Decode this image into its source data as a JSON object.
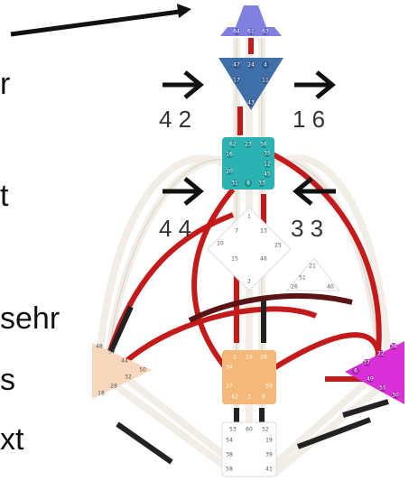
{
  "side_text": [
    "r",
    "t",
    "sehr",
    "s",
    "xt"
  ],
  "arrows": {
    "top_left": "4 2",
    "top_right": "1 6",
    "bottom_left": "4 4",
    "bottom_right": "3 3"
  },
  "colors": {
    "head": "#8080e0",
    "ajna": "#3f6fa8",
    "throat": "#2bb3b3",
    "g_center": "#ffffff",
    "sacral": "#f4b87a",
    "spleen": "#f8d8bc",
    "solar_plexus": "#d92fd9",
    "root": "#ffffff",
    "channel_red": "#c41a1a",
    "channel_black": "#222222",
    "channel_white": "#f2ede6"
  },
  "gates": {
    "head": [
      "64",
      "61",
      "63"
    ],
    "ajna": [
      "47",
      "24",
      "4",
      "17",
      "11",
      "43"
    ],
    "throat": [
      "62",
      "23",
      "56",
      "16",
      "35",
      "12",
      "20",
      "45",
      "31",
      "8",
      "33"
    ],
    "g": [
      "1",
      "7",
      "13",
      "10",
      "25",
      "15",
      "46",
      "2"
    ],
    "ego": [
      "21",
      "51",
      "26",
      "40"
    ],
    "spleen": [
      "48",
      "57",
      "44",
      "50",
      "32",
      "28",
      "18"
    ],
    "sacral": [
      "5",
      "14",
      "29",
      "34",
      "27",
      "59",
      "42",
      "3",
      "9"
    ],
    "solar": [
      "36",
      "22",
      "37",
      "6",
      "49",
      "55",
      "30"
    ],
    "root": [
      "53",
      "60",
      "52",
      "54",
      "19",
      "38",
      "39",
      "58",
      "41"
    ]
  }
}
